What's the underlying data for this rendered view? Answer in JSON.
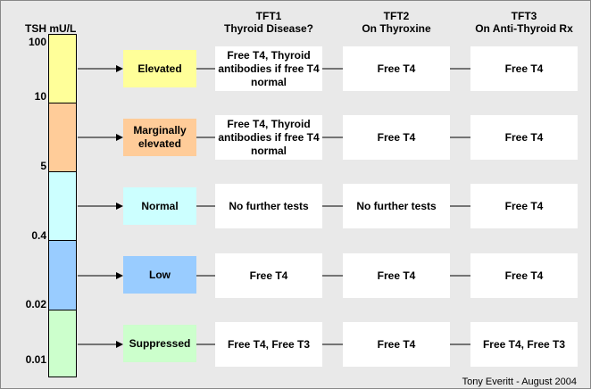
{
  "axis": {
    "title": "TSH mU/L",
    "ticks": [
      "100",
      "10",
      "5",
      "0.4",
      "0.02",
      "0.01"
    ]
  },
  "columns": [
    {
      "line1": "TFT1",
      "line2": "Thyroid Disease?"
    },
    {
      "line1": "TFT2",
      "line2": "On Thyroxine"
    },
    {
      "line1": "TFT3",
      "line2": "On Anti-Thyroid Rx"
    }
  ],
  "rows": [
    {
      "level": "Elevated",
      "color": "#ffff99",
      "tft1": "Free T4, Thyroid antibodies if free T4 normal",
      "tft2": "Free T4",
      "tft3": "Free T4"
    },
    {
      "level": "Marginally elevated",
      "color": "#ffcc99",
      "tft1": "Free T4, Thyroid antibodies if free T4 normal",
      "tft2": "Free T4",
      "tft3": "Free T4"
    },
    {
      "level": "Normal",
      "color": "#ccffff",
      "tft1": "No further tests",
      "tft2": "No further tests",
      "tft3": "Free T4"
    },
    {
      "level": "Low",
      "color": "#99ccff",
      "tft1": "Free T4",
      "tft2": "Free T4",
      "tft3": "Free T4"
    },
    {
      "level": "Suppressed",
      "color": "#ccffcc",
      "tft1": "Free T4, Free T3",
      "tft2": "Free T4",
      "tft3": "Free T4, Free T3"
    }
  ],
  "credit": "Tony Everitt - August 2004"
}
